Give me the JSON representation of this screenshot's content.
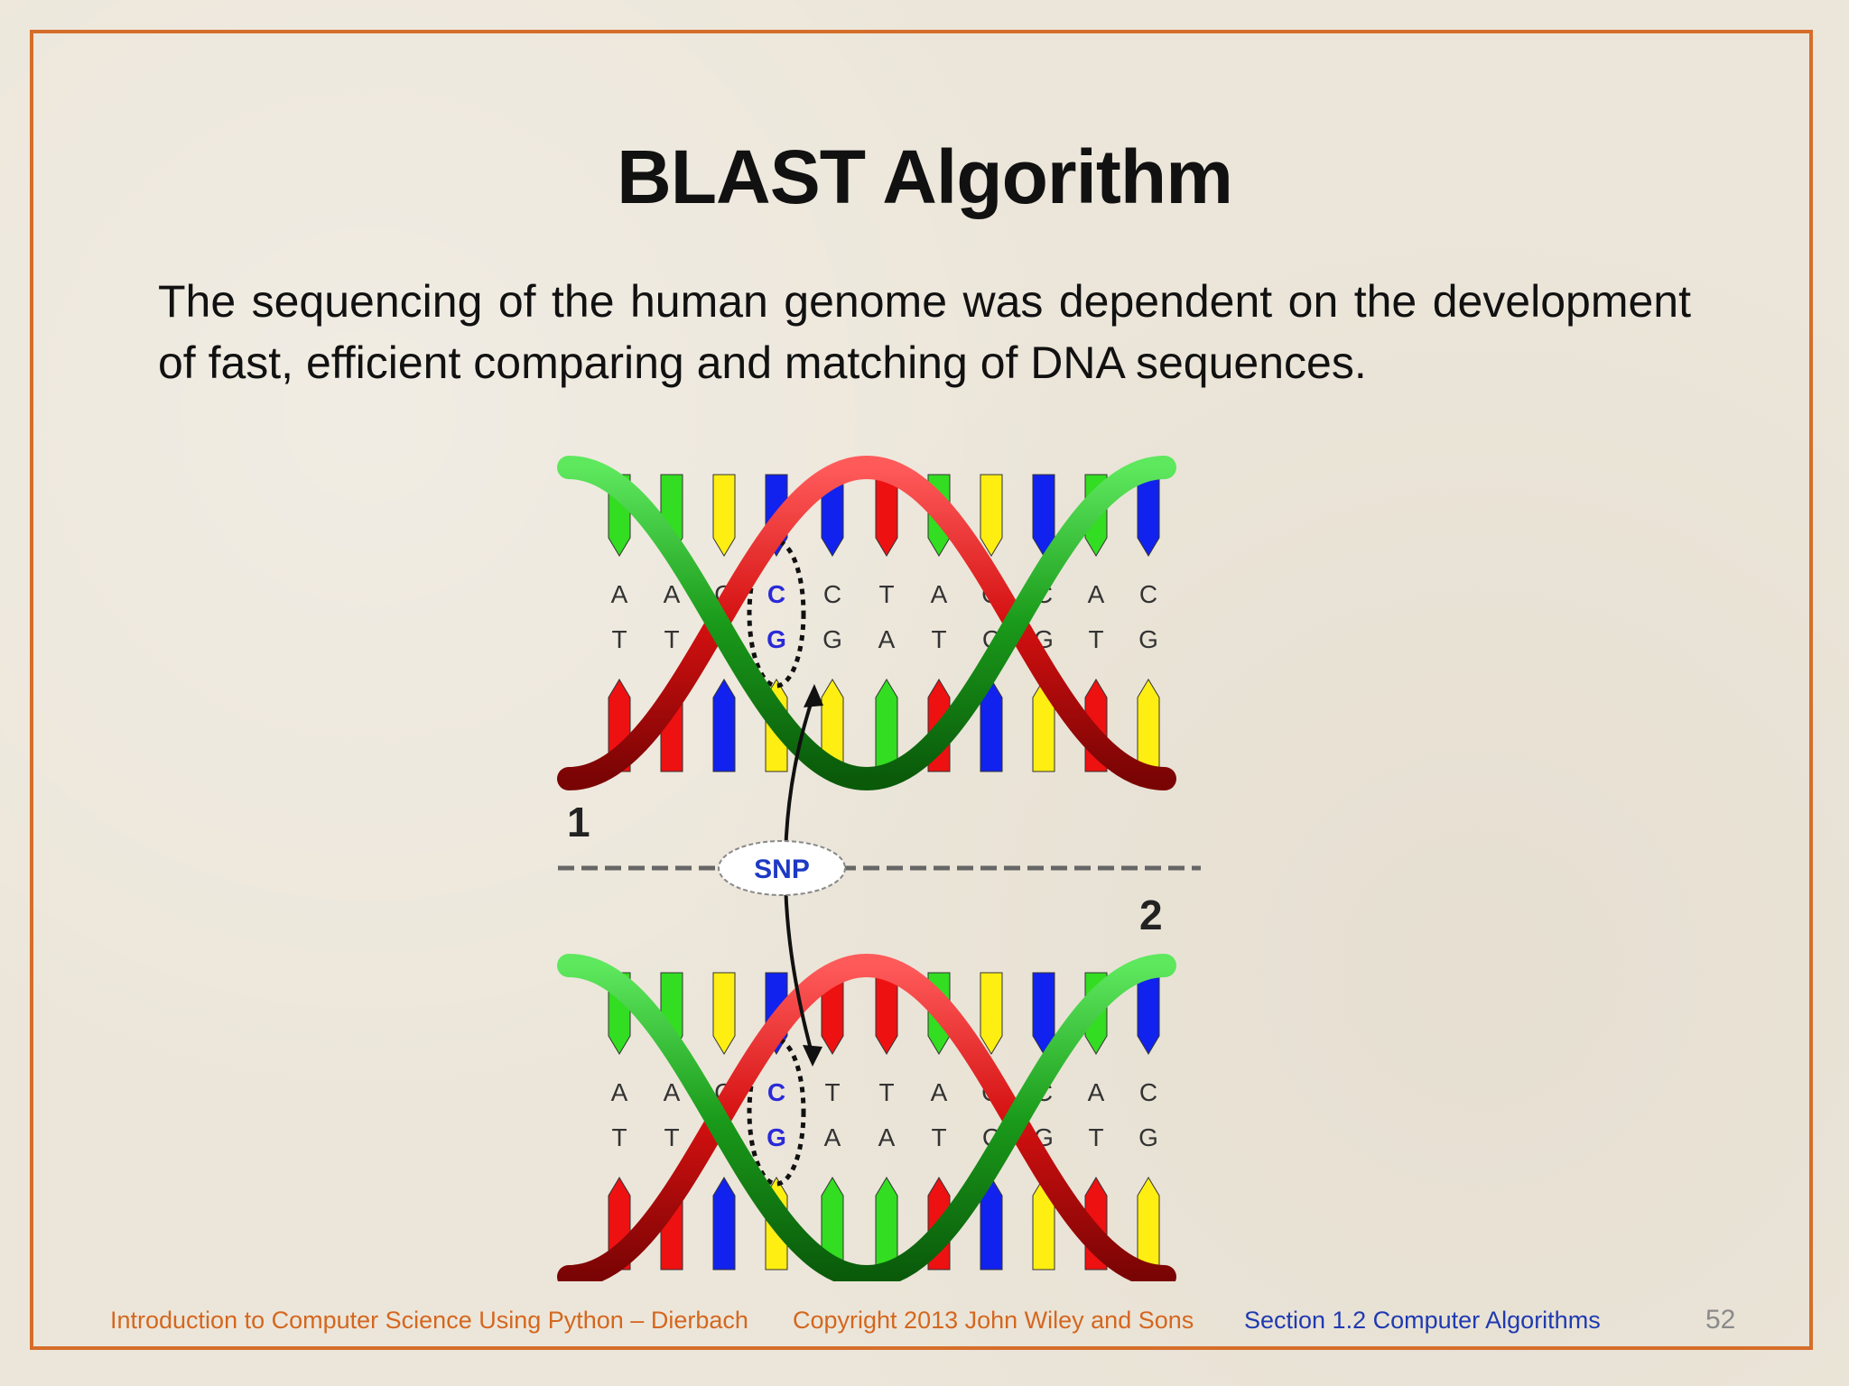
{
  "slide": {
    "title": "BLAST Algorithm",
    "body": "The sequencing of the human genome was dependent on the development of fast, efficient comparing and matching of DNA sequences.",
    "page_number": "52"
  },
  "footer": {
    "book": "Introduction to Computer Science Using Python – Dierbach",
    "copyright": "Copyright 2013 John Wiley and  Sons",
    "section": "Section 1.2  Computer Algorithms"
  },
  "diagram": {
    "label_1": "1",
    "label_2": "2",
    "snp_label": "SNP",
    "top_pairs": [
      {
        "top": "A",
        "bottom": "T"
      },
      {
        "top": "A",
        "bottom": "T"
      },
      {
        "top": "G",
        "bottom": "C"
      },
      {
        "top": "C",
        "bottom": "G"
      },
      {
        "top": "C",
        "bottom": "G"
      },
      {
        "top": "T",
        "bottom": "A"
      },
      {
        "top": "A",
        "bottom": "T"
      },
      {
        "top": "G",
        "bottom": "C"
      },
      {
        "top": "C",
        "bottom": "G"
      },
      {
        "top": "A",
        "bottom": "T"
      },
      {
        "top": "C",
        "bottom": "G"
      }
    ],
    "bottom_pairs": [
      {
        "top": "A",
        "bottom": "T"
      },
      {
        "top": "A",
        "bottom": "T"
      },
      {
        "top": "G",
        "bottom": "C"
      },
      {
        "top": "C",
        "bottom": "G"
      },
      {
        "top": "T",
        "bottom": "A"
      },
      {
        "top": "T",
        "bottom": "A"
      },
      {
        "top": "A",
        "bottom": "T"
      },
      {
        "top": "G",
        "bottom": "C"
      },
      {
        "top": "C",
        "bottom": "G"
      },
      {
        "top": "A",
        "bottom": "T"
      },
      {
        "top": "C",
        "bottom": "G"
      }
    ],
    "colors": {
      "A": "#33dd22",
      "T": "#ee1111",
      "G": "#ffee11",
      "C": "#1122ee",
      "strand_red": "#cc1010",
      "strand_green": "#1a9a1a",
      "highlight": "#2a2ad8",
      "frame": "#d56e2a"
    }
  }
}
